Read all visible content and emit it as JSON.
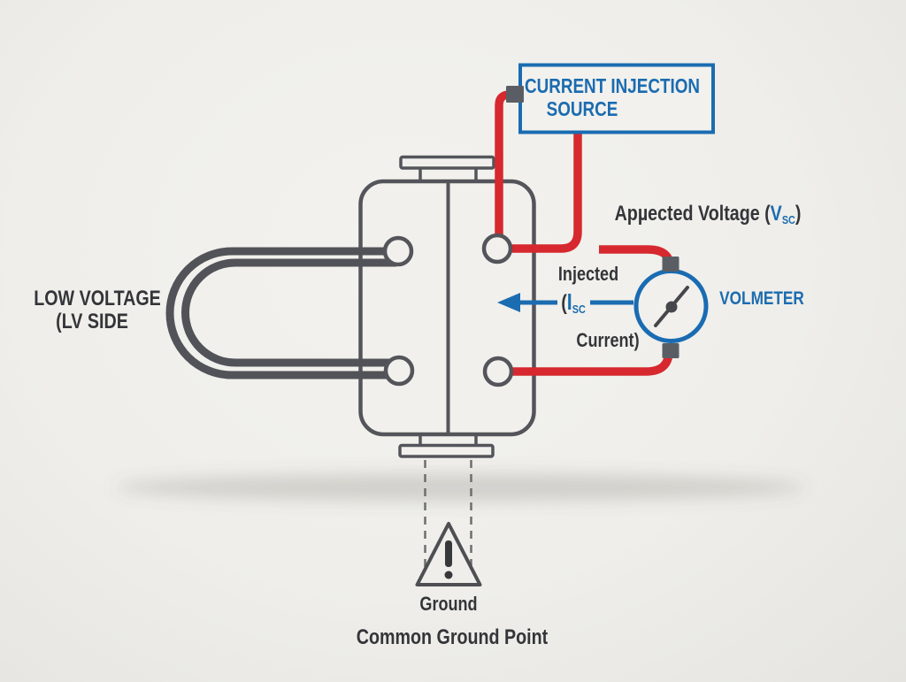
{
  "diagram": {
    "title_box": {
      "line1": "CURRENT INJECTION",
      "line2": "SOURCE"
    },
    "labels": {
      "applied_voltage_prefix": "Apµected Voltage (",
      "applied_voltage_symbol": "V",
      "applied_voltage_sub": "SC",
      "applied_voltage_close": ")",
      "injected_line1": "Injected",
      "injected_paren": "(",
      "injected_symbol": "I",
      "injected_sub": "SC",
      "injected_line2": "Current)",
      "voltmeter": "VOLMETER",
      "low_voltage_line1": "LOW VOLTAGE",
      "low_voltage_line2": "(LV SIDE",
      "ground_line1": "Ground",
      "ground_line2": "Common Ground Point"
    },
    "icons": {
      "voltmeter_gauge": "voltmeter-gauge-icon",
      "warning_triangle": "warning-triangle-icon",
      "current_arrow": "arrow-left-icon"
    },
    "colors": {
      "wire_red": "#d6282e",
      "accent_blue": "#1b6cb0",
      "outline_gray": "#54555a",
      "text_dark": "#343539",
      "background": "#efeeea"
    }
  }
}
